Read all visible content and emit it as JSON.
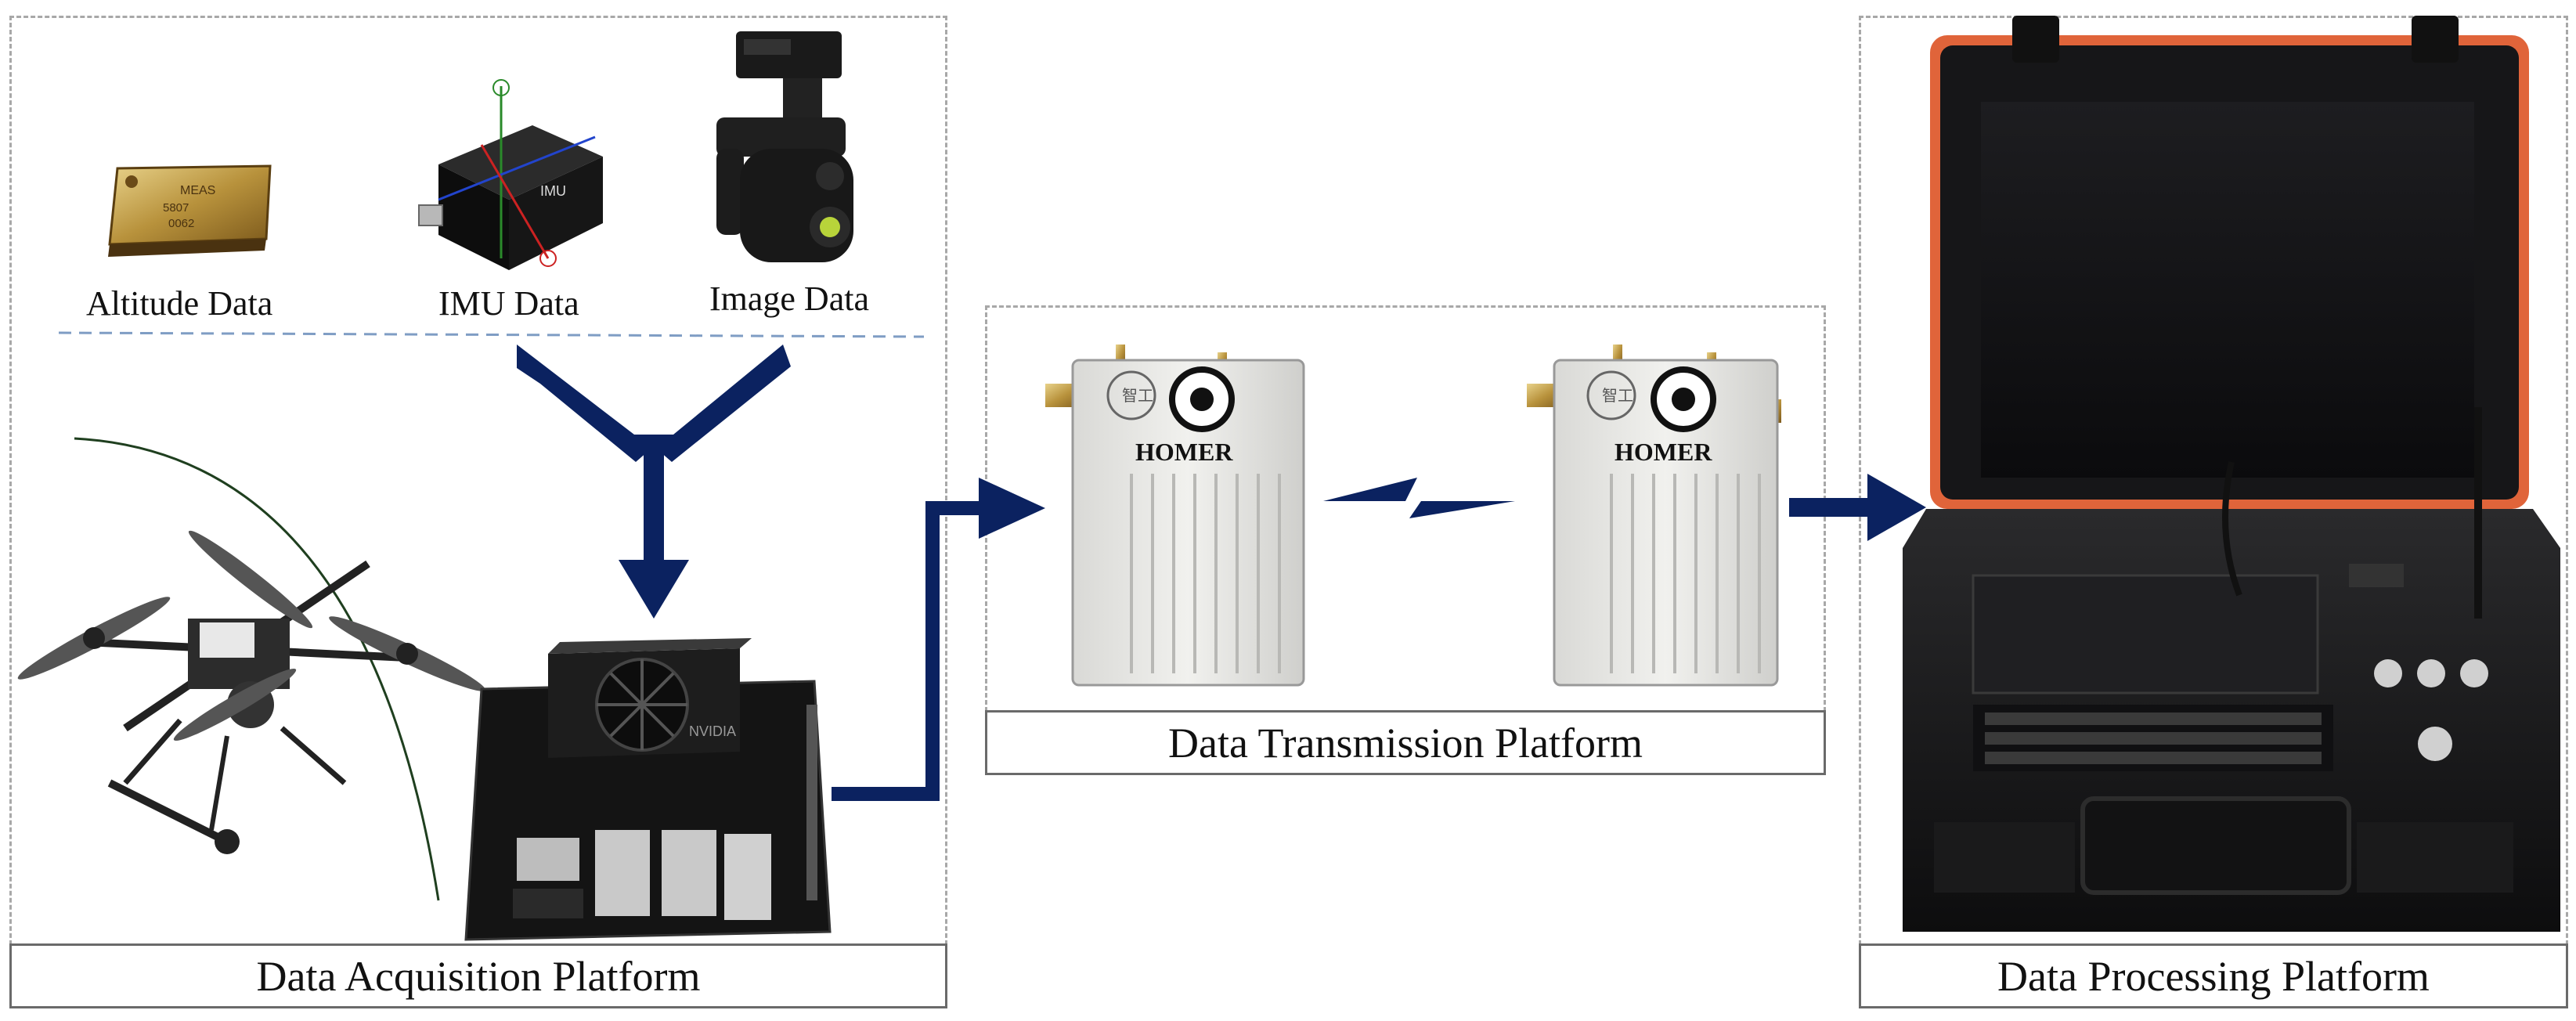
{
  "acquisition": {
    "title": "Data Acquisition Platform",
    "sensors": [
      {
        "label": "Altitude Data",
        "icon": "altimeter-sensor-icon"
      },
      {
        "label": "IMU Data",
        "icon": "imu-sensor-icon"
      },
      {
        "label": "Image Data",
        "icon": "gimbal-camera-icon"
      }
    ],
    "imu_text": "IMU",
    "altimeter_text": "MEAS",
    "board_text": "NVIDIA"
  },
  "transmission": {
    "title": "Data Transmission Platform",
    "radio_brand": "HOMER",
    "radio_logo_text": "智工"
  },
  "processing": {
    "title": "Data Processing Platform"
  },
  "colors": {
    "arrow": "#0b2260",
    "dashed_border": "#a8a8a8",
    "label_border": "#6a6a6a",
    "separator": "#7f9dc4"
  }
}
